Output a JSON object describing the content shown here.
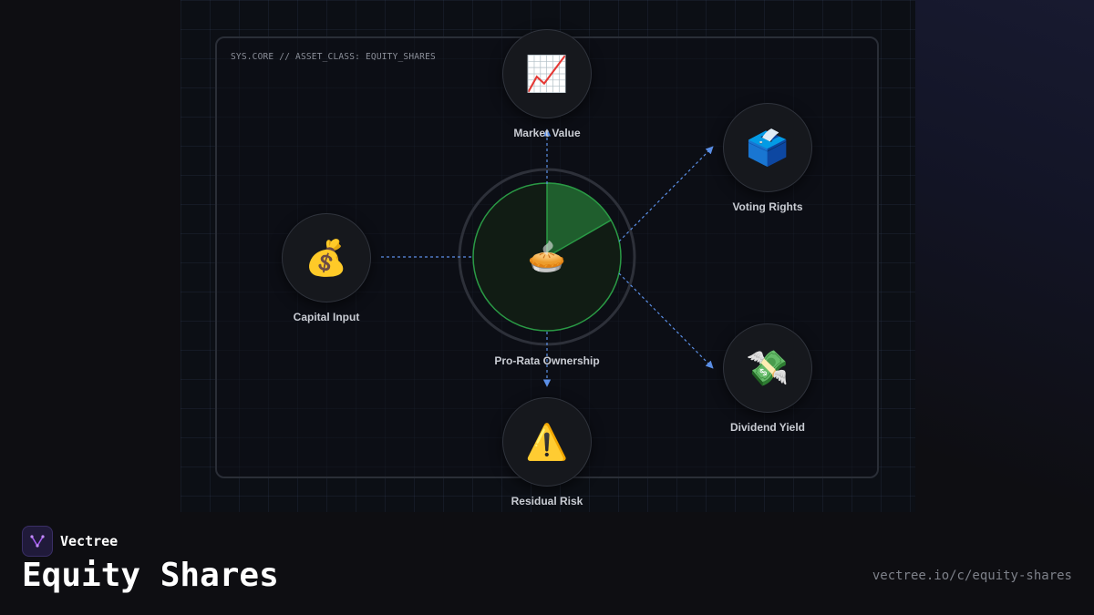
{
  "diagram": {
    "system_label": "SYS.CORE // ASSET_CLASS: EQUITY_SHARES",
    "center": {
      "label": "Pro-Rata Ownership",
      "icon": "pie-icon",
      "glyph": "🥧",
      "highlighted_share": 0.167
    },
    "nodes": {
      "market_value": {
        "label": "Market Value",
        "icon": "chart-increasing-icon",
        "glyph": "📈"
      },
      "capital_input": {
        "label": "Capital Input",
        "icon": "money-bag-icon",
        "glyph": "💰"
      },
      "voting_rights": {
        "label": "Voting Rights",
        "icon": "ballot-box-icon",
        "glyph": "🗳️"
      },
      "dividend_yield": {
        "label": "Dividend Yield",
        "icon": "money-with-wings-icon",
        "glyph": "💸"
      },
      "residual_risk": {
        "label": "Residual Risk",
        "icon": "warning-icon",
        "glyph": "⚠️"
      }
    },
    "colors": {
      "accent_green": "#2a9a45",
      "link_blue": "#5b8fe6",
      "brand_purple": "#a35cf0"
    }
  },
  "footer": {
    "brand": "Vectree",
    "title": "Equity Shares",
    "url": "vectree.io/c/equity-shares"
  }
}
